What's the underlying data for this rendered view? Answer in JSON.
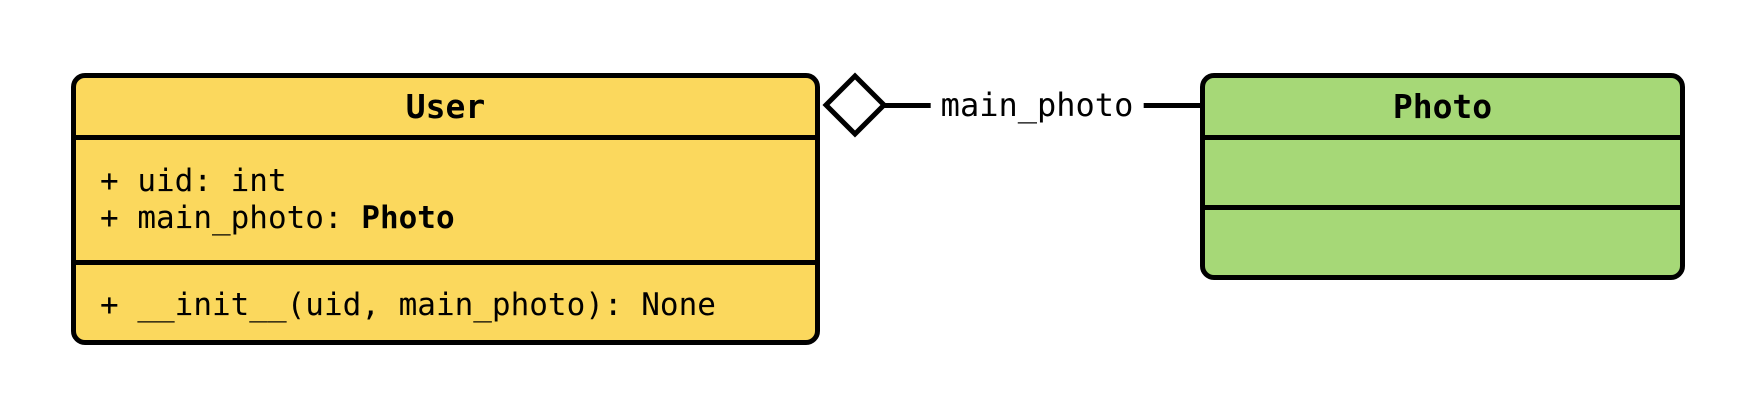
{
  "colors": {
    "canvas_background": "#FFFFFF",
    "stroke": "#000000",
    "text": "#000000",
    "user_class_fill": "#FBD85D",
    "photo_class_fill": "#A6D877",
    "diamond_fill": "#FFFFFF"
  },
  "user_class": {
    "title": "User",
    "attributes": [
      {
        "text": "+ uid: int"
      },
      {
        "prefix": "+ main_photo: ",
        "type": "Photo"
      }
    ],
    "methods": [
      {
        "text": "+ __init__(uid, main_photo): None"
      }
    ]
  },
  "photo_class": {
    "title": "Photo",
    "attributes": [],
    "methods": []
  },
  "relationship": {
    "source": "User",
    "target": "Photo",
    "label": "main_photo",
    "kind": "aggregation",
    "marker": "hollow-diamond"
  }
}
